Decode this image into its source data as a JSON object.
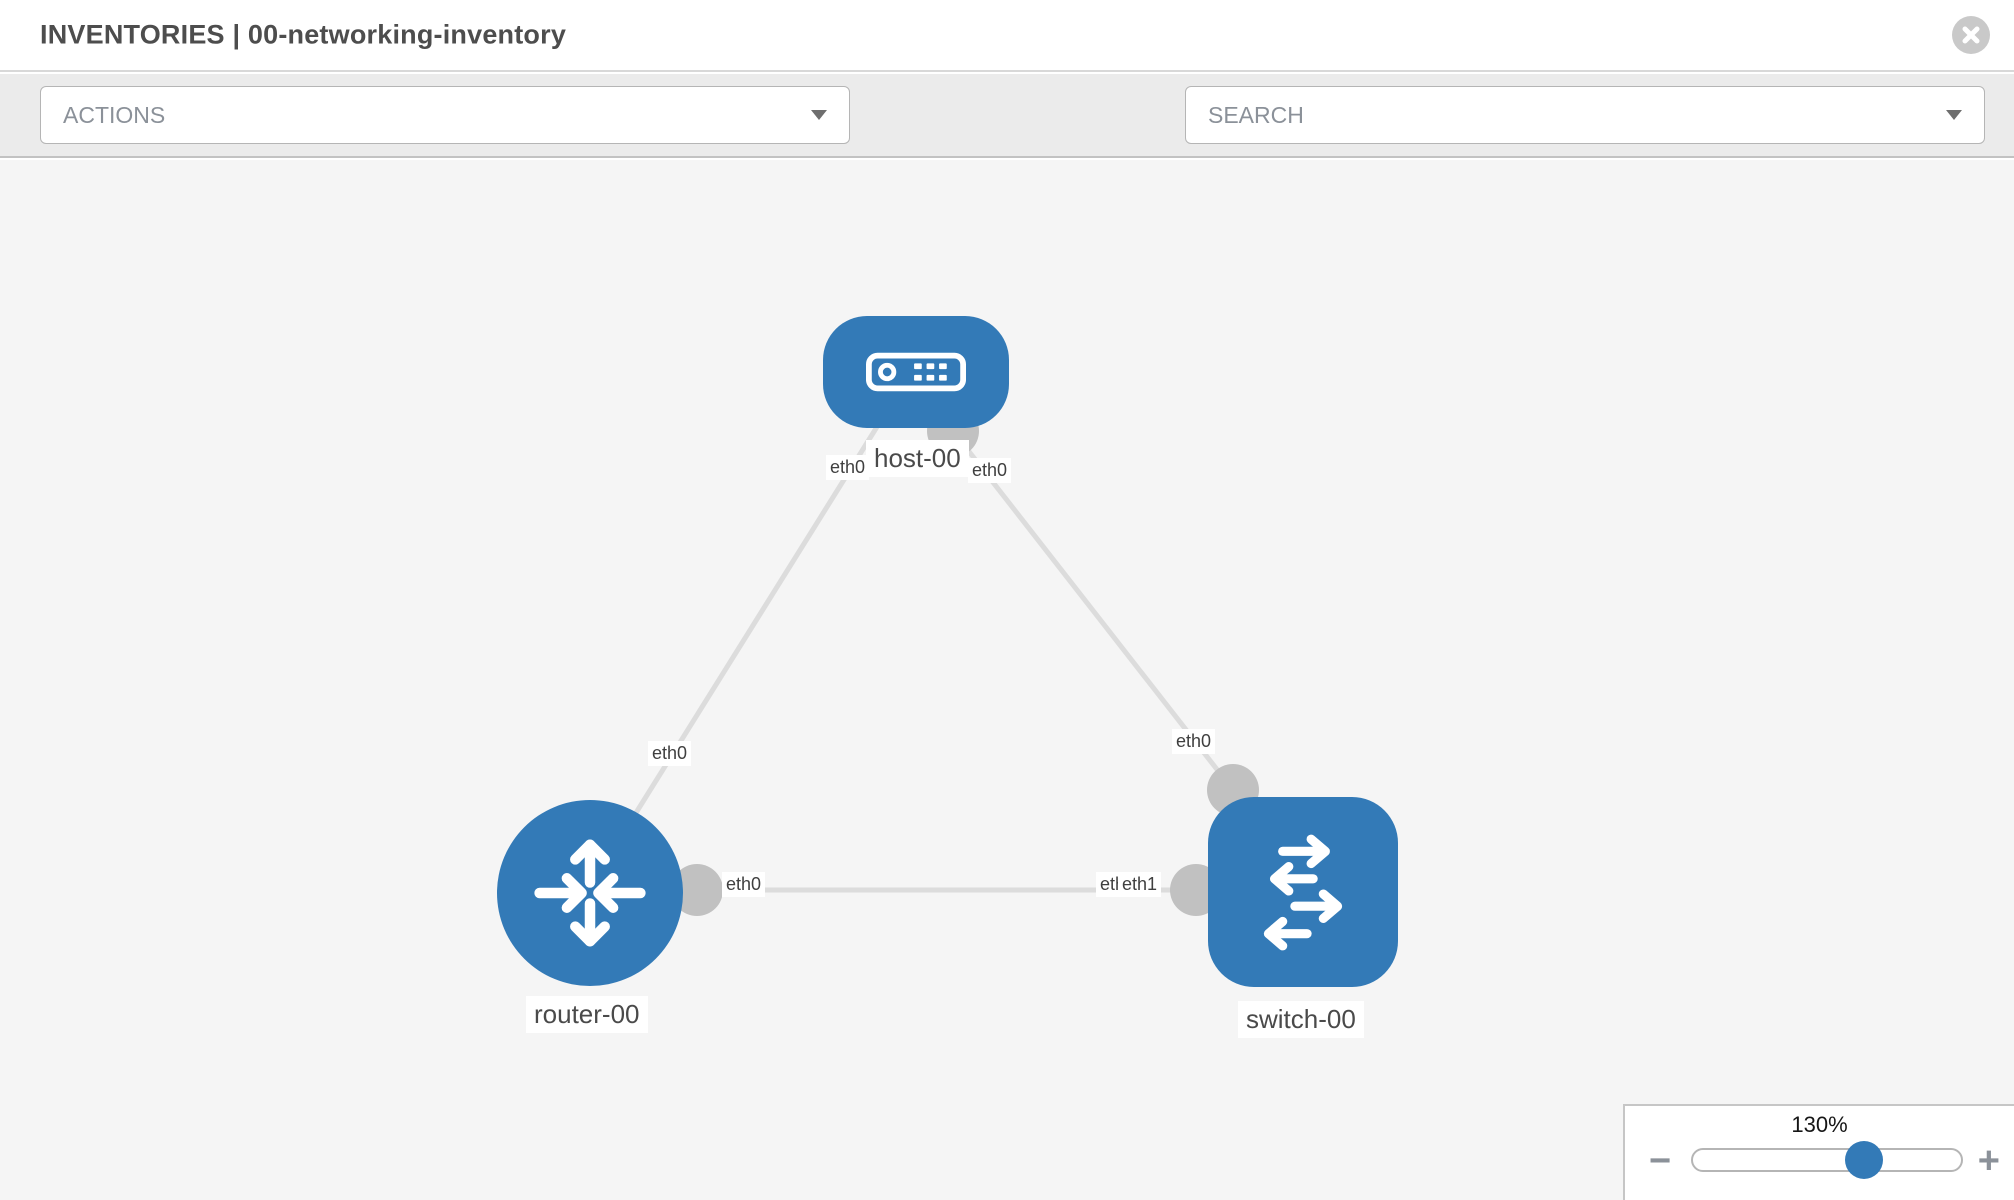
{
  "header": {
    "title": "INVENTORIES | 00-networking-inventory"
  },
  "toolbar": {
    "actions_label": "ACTIONS",
    "search_label": "SEARCH"
  },
  "graph": {
    "nodes": [
      {
        "id": "host-00",
        "type": "host",
        "label": "host-00"
      },
      {
        "id": "router-00",
        "type": "router",
        "label": "router-00"
      },
      {
        "id": "switch-00",
        "type": "switch",
        "label": "switch-00"
      }
    ],
    "links": [
      {
        "source": "host-00",
        "target": "router-00",
        "source_interface": "eth0",
        "target_interface": "eth0"
      },
      {
        "source": "host-00",
        "target": "switch-00",
        "source_interface": "eth0",
        "target_interface": "eth0"
      },
      {
        "source": "router-00",
        "target": "switch-00",
        "source_interface": "eth0",
        "target_interface": "eth1"
      }
    ],
    "labels": {
      "host_left": "eth0",
      "host_right": "eth0",
      "router_top": "eth0",
      "switch_top": "eth0",
      "mid_left": "eth0",
      "mid_right_under": "eth0",
      "mid_right": "eth1"
    }
  },
  "zoom_control": {
    "level": "130%",
    "minus_glyph": "−",
    "plus_glyph": "+"
  },
  "colors": {
    "node_blue": "#337ab7",
    "link_gray": "#dcdcdc",
    "dot_gray": "#c1c1c1",
    "toolbar_bg": "#ebebeb",
    "canvas_bg": "#f5f5f5"
  }
}
